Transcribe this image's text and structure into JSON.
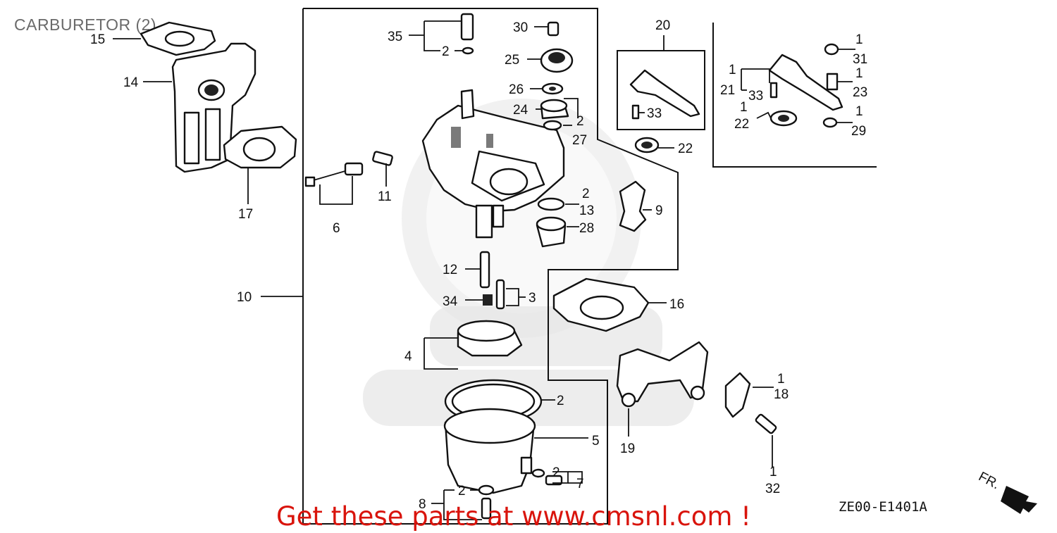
{
  "title": "CARBURETOR (2)",
  "footer": "Get these parts at www.cmsnl.com !",
  "diagram_code": "ZE00-E1401A",
  "direction_label": "FR.",
  "callouts": {
    "c1a": "1",
    "c31": "31",
    "c1b": "1",
    "c23": "23",
    "c1c": "1",
    "c29": "29",
    "c1d": "1",
    "c21": "21",
    "c33a": "33",
    "c1e": "1",
    "c22a": "22",
    "c20": "20",
    "c33b": "33",
    "c22b": "22",
    "c35": "35",
    "c2a": "2",
    "c30": "30",
    "c25": "25",
    "c26": "26",
    "c24": "24",
    "c2b": "2",
    "c27": "27",
    "c15": "15",
    "c14": "14",
    "c17": "17",
    "c11": "11",
    "c6": "6",
    "c2c": "2",
    "c13": "13",
    "c28": "28",
    "c9": "9",
    "c12": "12",
    "c34": "34",
    "c3": "3",
    "c10": "10",
    "c16": "16",
    "c4": "4",
    "c2d": "2",
    "c5": "5",
    "c2e": "2",
    "c7": "7",
    "c2f": "2",
    "c8": "8",
    "c19": "19",
    "c1f": "1",
    "c18": "18",
    "c1g": "1",
    "c32": "32"
  }
}
